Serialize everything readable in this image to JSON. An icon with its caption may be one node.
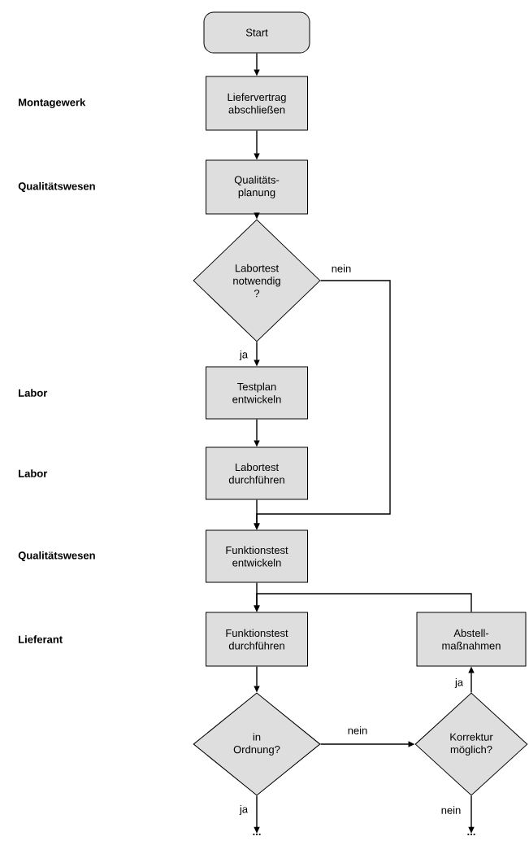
{
  "diagram": {
    "nodes": [
      {
        "text": [
          "Start"
        ]
      },
      {
        "text": [
          "Liefervertrag abschließen"
        ]
      },
      {
        "text": [
          "Qualitäts- planung"
        ]
      },
      {
        "text": [
          "Labortest notwendig ?"
        ]
      },
      {
        "text": [
          "Testplan entwickeln"
        ]
      },
      {
        "text": [
          "Labortest durchführen"
        ]
      },
      {
        "text": [
          "Funktionstest entwickeln"
        ]
      },
      {
        "text": [
          "Funktionstest durchführen"
        ]
      },
      {
        "text": [
          "Abstell- maßnahmen"
        ]
      },
      {
        "text": [
          "in Ordnung?"
        ]
      },
      {
        "text": [
          "Korrektur möglich?"
        ]
      },
      {
        "text": [
          "..."
        ]
      },
      {
        "text": [
          "..."
        ]
      }
    ],
    "edges": [
      {
        "from": 0,
        "to": 1,
        "arrow": "to"
      },
      {
        "from": 1,
        "to": 2,
        "arrow": "to"
      },
      {
        "from": 2,
        "to": 3,
        "arrow": "to"
      },
      {
        "from": 3,
        "to": 4,
        "arrow": "to",
        "label": "ja"
      },
      {
        "from": 3,
        "to": 6,
        "arrow": "to",
        "label": "nein"
      },
      {
        "from": 4,
        "to": 5,
        "arrow": "to"
      },
      {
        "from": 5,
        "to": 6,
        "arrow": "to"
      },
      {
        "from": 6,
        "to": 7,
        "arrow": "to"
      },
      {
        "from": 7,
        "to": 9,
        "arrow": "to"
      },
      {
        "from": 9,
        "to": 10,
        "arrow": "to",
        "label": "nein"
      },
      {
        "from": 10,
        "to": 8,
        "arrow": "to",
        "label": "ja"
      },
      {
        "from": 8,
        "to": 7,
        "arrow": "to"
      },
      {
        "from": 9,
        "to": 11,
        "arrow": "to",
        "label": "ja"
      },
      {
        "from": 10,
        "to": 12,
        "arrow": "to",
        "label": "nein"
      }
    ],
    "labels": [
      "Montagewerk",
      "Qualitätswesen",
      "Labor",
      "Labor",
      "Qualitätswesen",
      "Lieferant"
    ]
  }
}
